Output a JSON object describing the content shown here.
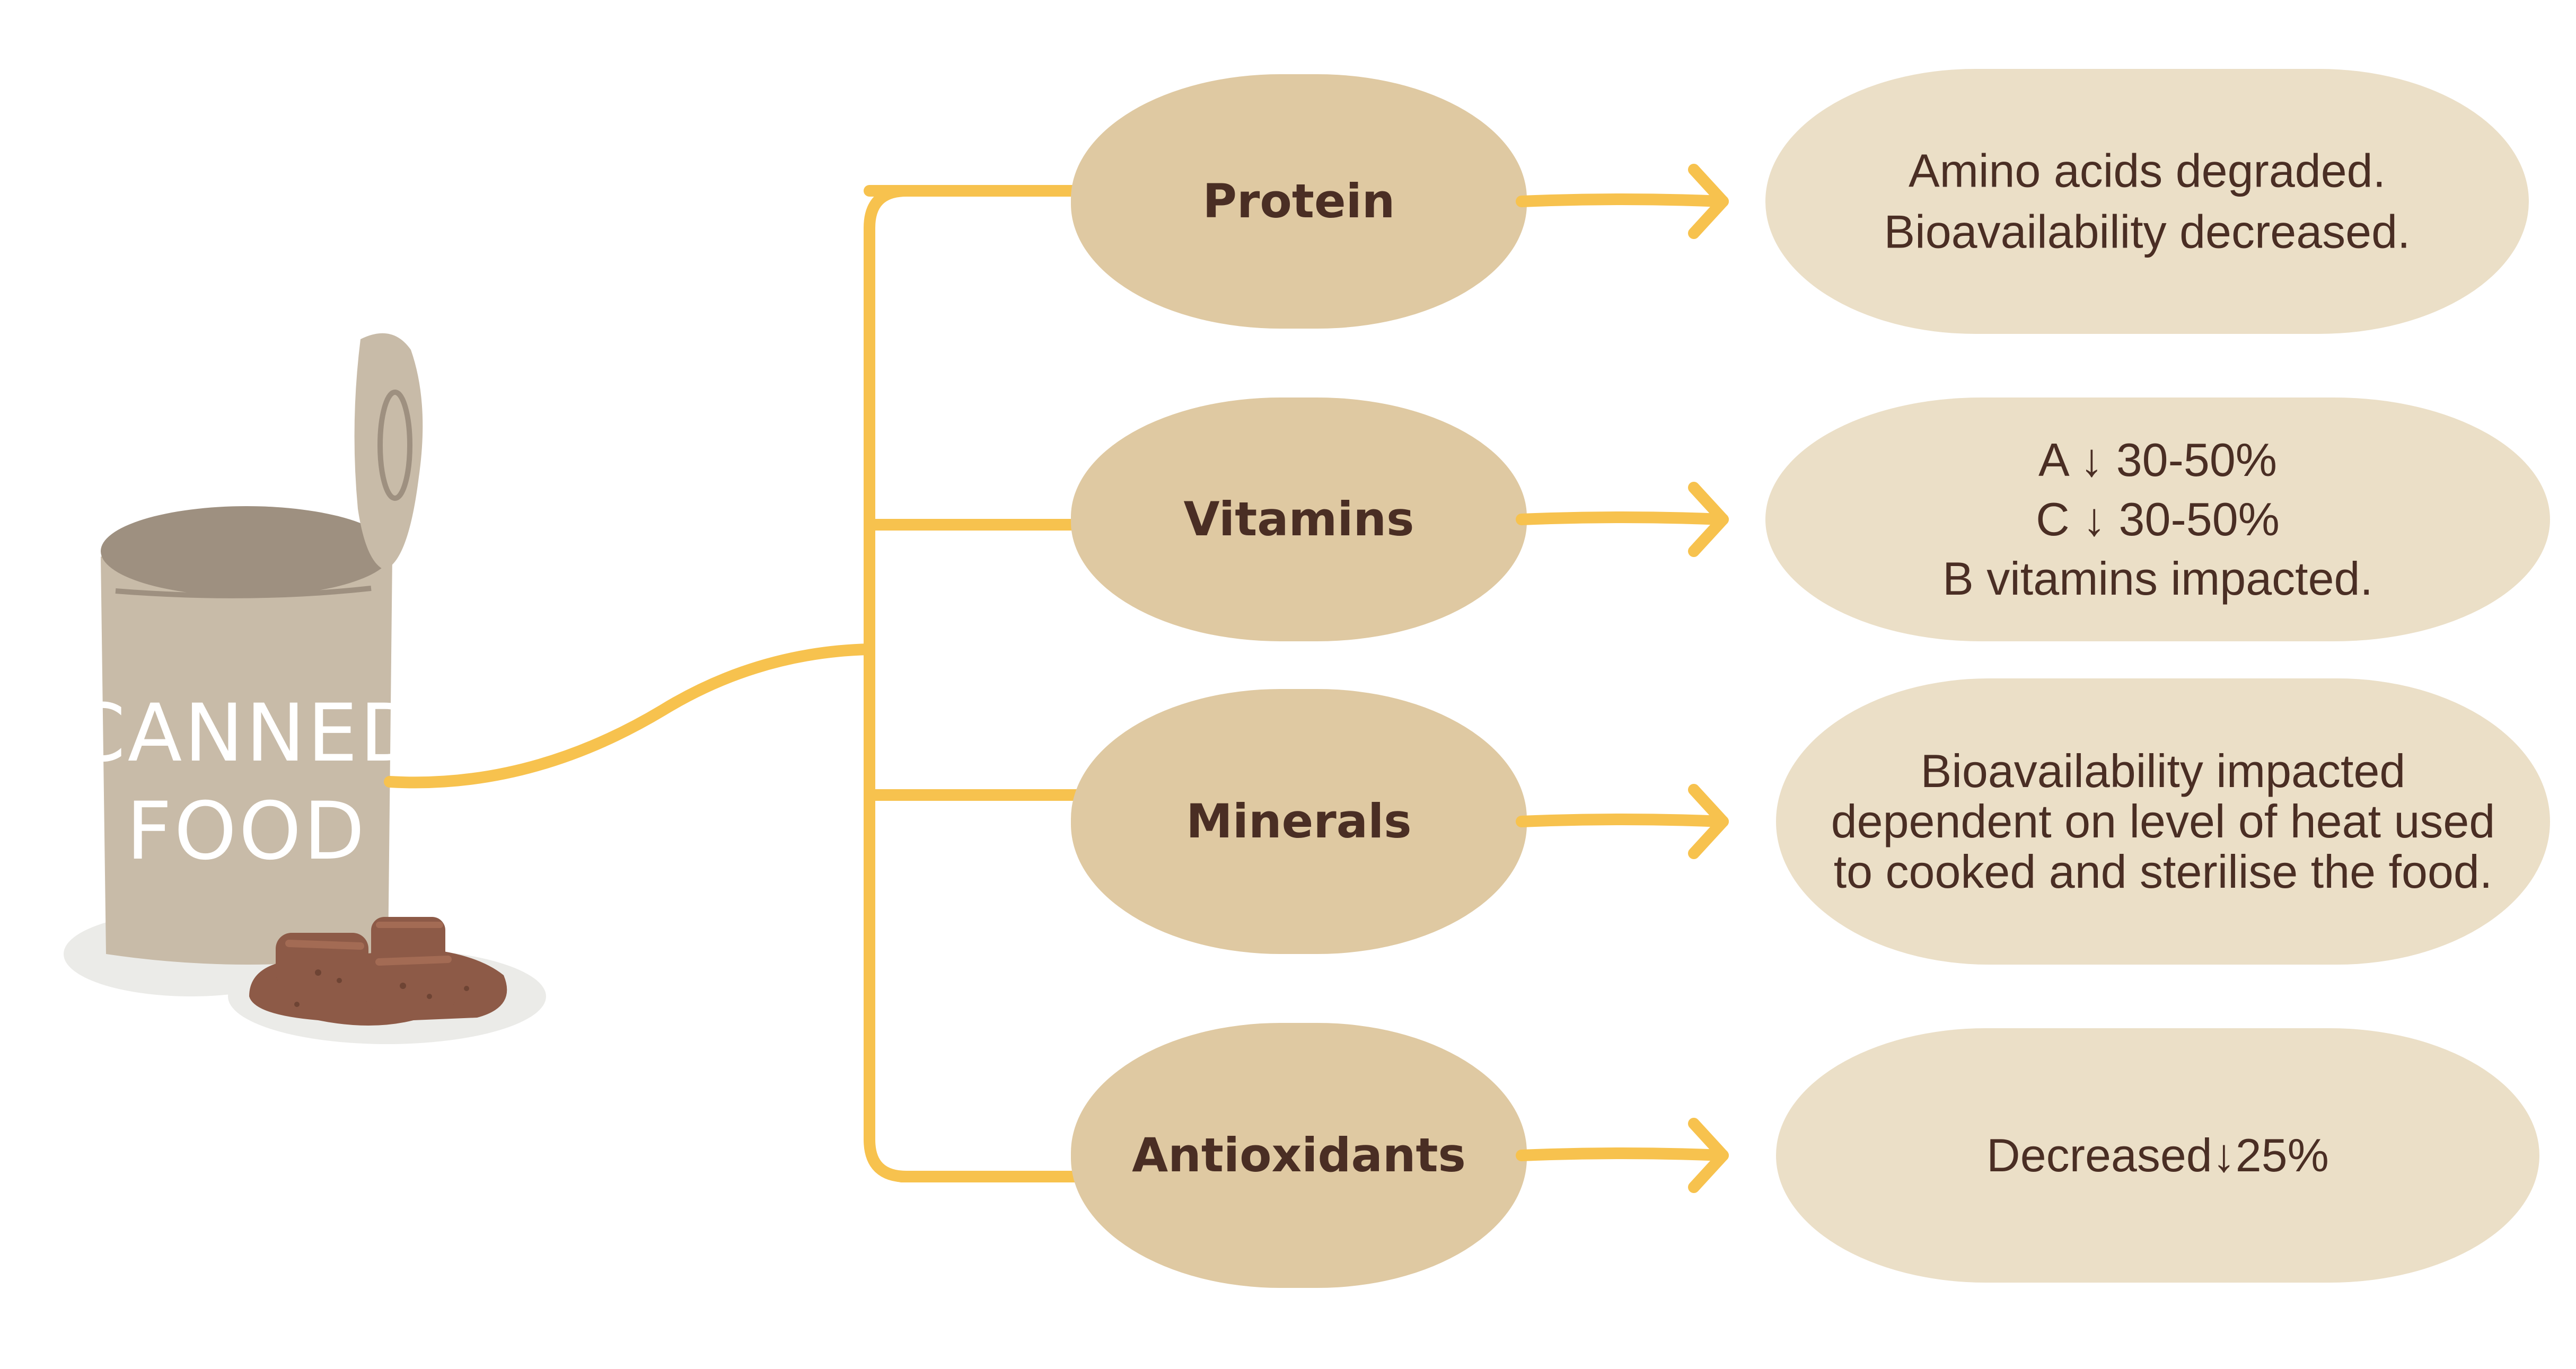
{
  "source": {
    "label_line1": "CANNED",
    "label_line2": "FOOD"
  },
  "categories": [
    {
      "id": "protein",
      "label": "Protein",
      "effect": [
        "Amino acids degraded.",
        "Bioavailability decreased."
      ]
    },
    {
      "id": "vitamins",
      "label": "Vitamins",
      "effect": [
        "A ↓ 30-50%",
        "C ↓ 30-50%",
        "B vitamins impacted."
      ]
    },
    {
      "id": "minerals",
      "label": "Minerals",
      "effect": [
        "Bioavailability impacted",
        "dependent on level of heat used",
        "to cooked and sterilise the food."
      ]
    },
    {
      "id": "antioxidants",
      "label": "Antioxidants",
      "effect": [
        "Decreased↓25%"
      ]
    }
  ],
  "colors": {
    "connector": "#f7c24e",
    "category_blob": "#dfc9a2",
    "effect_blob": "#ebdfc7",
    "text_dark": "#4a2e24",
    "can_body": "#c8bba8",
    "can_lid": "#9e9080",
    "food": "#8d5a47",
    "shadow": "#ebebe8"
  }
}
